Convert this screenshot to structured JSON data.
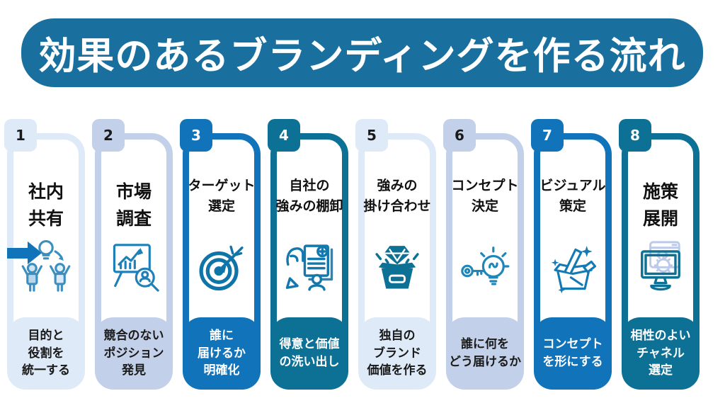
{
  "header": {
    "title": "効果のあるブランディングを作る流れ",
    "bg_color": "#19709e",
    "text_color": "#ffffff"
  },
  "palette": {
    "light_blue": "#dfeaf8",
    "periwinkle": "#c3d0e9",
    "medium_blue": "#1173b9",
    "dark_teal": "#0d7095",
    "page_background": "#ffffff"
  },
  "steps": [
    {
      "number": "1",
      "title": "社内\n共有",
      "description": "目的と\n役割を\n統一する",
      "icon": "idea-share-icon",
      "color": "#dfeaf8"
    },
    {
      "number": "2",
      "title": "市場\n調査",
      "description": "競合のない\nポジション\n発見",
      "icon": "market-research-icon",
      "color": "#c3d0e9"
    },
    {
      "number": "3",
      "title": "ターゲット\n選定",
      "description": "誰に\n届けるか\n明確化",
      "icon": "target-icon",
      "color": "#1173b9"
    },
    {
      "number": "4",
      "title": "自社の\n強みの棚卸",
      "description": "得意と価値\nの洗い出し",
      "icon": "strength-inventory-icon",
      "color": "#0d7095"
    },
    {
      "number": "5",
      "title": "強みの\n掛け合わせ",
      "description": "独自の\nブランド\n価値を作る",
      "icon": "value-box-icon",
      "color": "#dfeaf8"
    },
    {
      "number": "6",
      "title": "コンセプト\n決定",
      "description": "誰に何を\nどう届けるか",
      "icon": "key-idea-icon",
      "color": "#c3d0e9"
    },
    {
      "number": "7",
      "title": "ビジュアル\n策定",
      "description": "コンセプト\nを形にする",
      "icon": "visual-design-icon",
      "color": "#1173b9"
    },
    {
      "number": "8",
      "title": "施策\n展開",
      "description": "相性のよい\nチャネル\n選定",
      "icon": "deploy-icon",
      "color": "#0d7095"
    }
  ],
  "arrows": [
    {
      "from": "1",
      "to": "2",
      "color": "#dfeaf8"
    },
    {
      "from": "2",
      "to": "3",
      "color": "#c3d0e9"
    },
    {
      "from": "3",
      "to": "4",
      "color": "#1173b9"
    },
    {
      "from": "4",
      "to": "5",
      "color": "#0d7095"
    },
    {
      "from": "5",
      "to": "6",
      "color": "#dfeaf8"
    },
    {
      "from": "6",
      "to": "7",
      "color": "#c3d0e9"
    },
    {
      "from": "7",
      "to": "8",
      "color": "#1173b9"
    }
  ]
}
